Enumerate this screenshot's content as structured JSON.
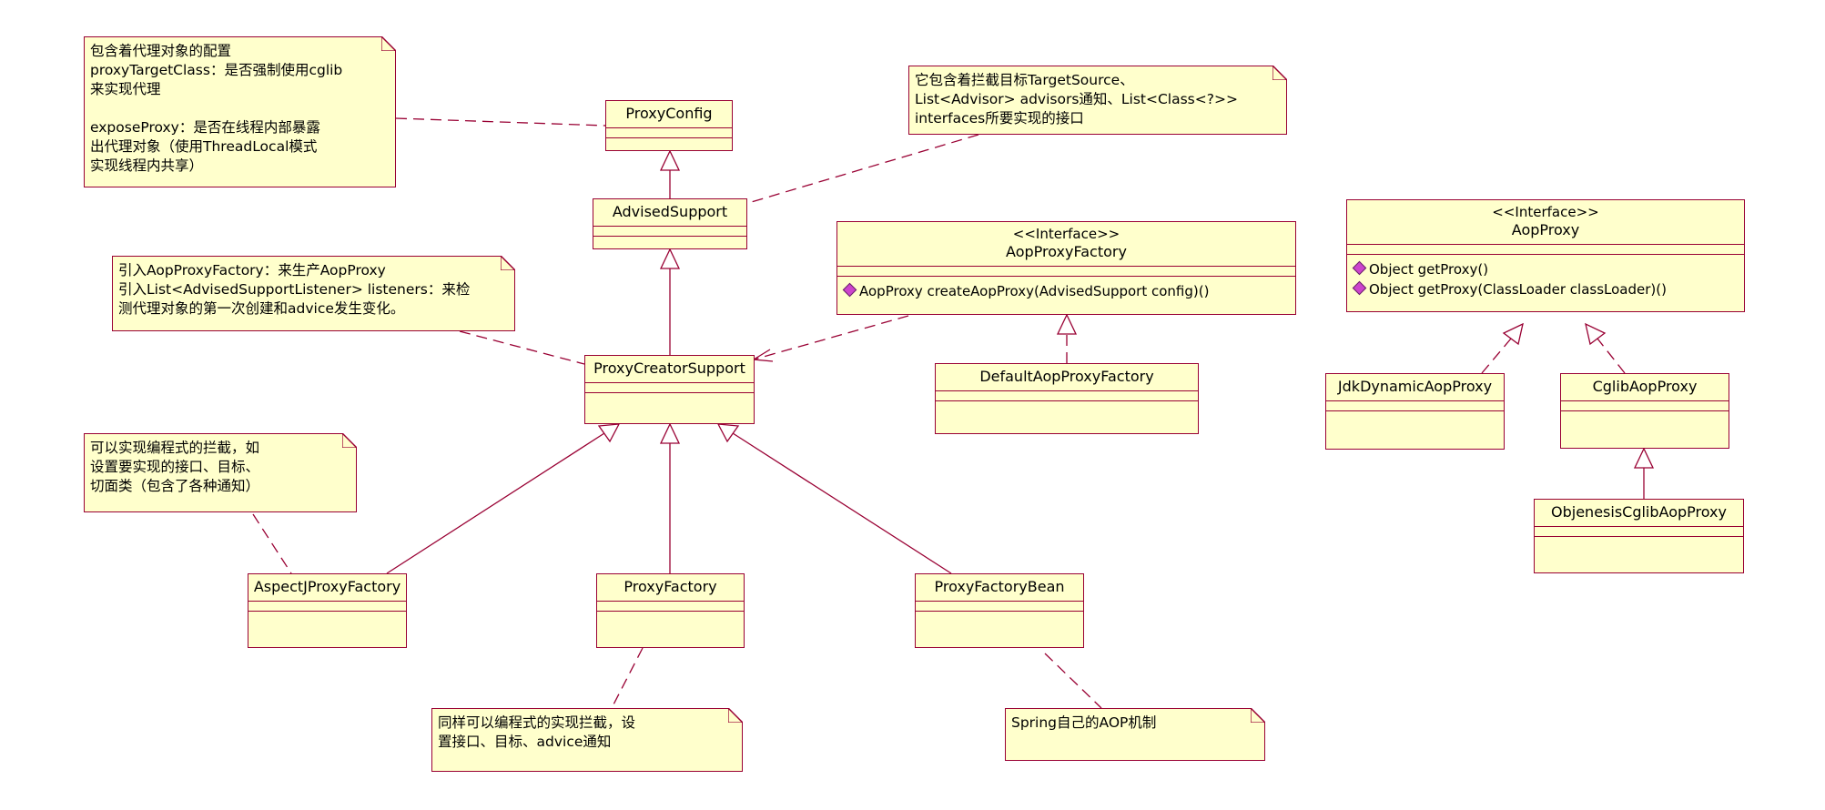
{
  "classes": {
    "proxy_config": "ProxyConfig",
    "advised_support": "AdvisedSupport",
    "proxy_creator_support": "ProxyCreatorSupport",
    "aop_proxy_factory": {
      "stereotype": "<<Interface>>",
      "name": "AopProxyFactory",
      "ops": [
        "AopProxy createAopProxy(AdvisedSupport config)()"
      ]
    },
    "default_aop_proxy_factory": "DefaultAopProxyFactory",
    "aop_proxy": {
      "stereotype": "<<Interface>>",
      "name": "AopProxy",
      "ops": [
        "Object getProxy()",
        "Object getProxy(ClassLoader classLoader)()"
      ]
    },
    "jdk_dynamic_aop_proxy": "JdkDynamicAopProxy",
    "cglib_aop_proxy": "CglibAopProxy",
    "objenesis_cglib_aop_proxy": "ObjenesisCglibAopProxy",
    "aspectj_proxy_factory": "AspectJProxyFactory",
    "proxy_factory": "ProxyFactory",
    "proxy_factory_bean": "ProxyFactoryBean"
  },
  "notes": {
    "proxy_config_note": [
      "包含着代理对象的配置",
      "proxyTargetClass：是否强制使用cglib",
      "来实现代理",
      "",
      "exposeProxy：是否在线程内部暴露",
      "出代理对象（使用ThreadLocal模式",
      "实现线程内共享）"
    ],
    "advised_support_note": [
      "它包含着拦截目标TargetSource、",
      "List<Advisor> advisors通知、List<Class<?>>",
      "interfaces所要实现的接口"
    ],
    "proxy_creator_note": [
      "引入AopProxyFactory：来生产AopProxy",
      "引入List<AdvisedSupportListener> listeners：来检",
      "测代理对象的第一次创建和advice发生变化。"
    ],
    "aspectj_note": [
      "可以实现编程式的拦截，如",
      "设置要实现的接口、目标、",
      "切面类（包含了各种通知）"
    ],
    "proxy_factory_note": [
      "同样可以编程式的实现拦截，设",
      "置接口、目标、advice通知"
    ],
    "proxy_factory_bean_note": [
      "Spring自己的AOP机制"
    ]
  },
  "colors": {
    "fill": "#ffffcc",
    "border": "#990033"
  }
}
